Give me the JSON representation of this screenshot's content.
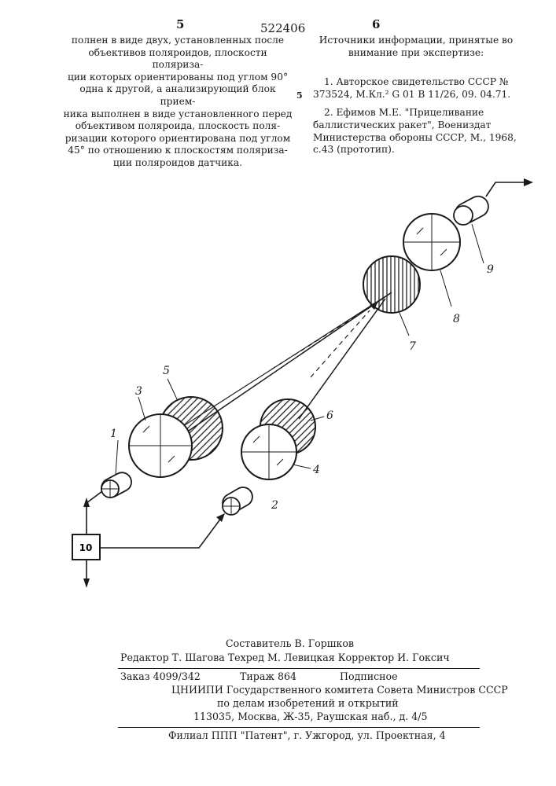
{
  "page_numbers": {
    "left": "5",
    "center": "522406",
    "right": "6"
  },
  "left_column": [
    "полнен в виде двух, установленных после",
    "объективов поляроидов, плоскости поляриза-",
    "ции которых ориентированы под углом 90°",
    "одна к другой, а анализирующий блок прием-",
    "ника выполнен в виде установленного перед",
    "объективом поляроида, плоскость поля-",
    "ризации которого ориентирована под углом",
    "45° по отношению к плоскостям поляриза-",
    "ции поляроидов датчика."
  ],
  "line_marker": "5",
  "sources": {
    "heading": "Источники информации, принятые во внимание при экспертизе:",
    "items": [
      "1. Авторское свидетельство СССР № 373524, М.Кл.² G 01 В 11/26, 09. 04.71.",
      "2. Ефимов М.Е. \"Прицеливание баллистических ракет\", Воениздат Министерства обороны СССР, М., 1968, с.43 (прототип)."
    ]
  },
  "figure_labels": {
    "l1": "1",
    "l2": "2",
    "l3": "3",
    "l4": "4",
    "l5": "5",
    "l6": "6",
    "l7": "7",
    "l8": "8",
    "l9": "9",
    "l10": "10"
  },
  "imprint": {
    "compiler": "Составитель В. Горшков",
    "editors": "Редактор Т. Шагова Техред М. Левицкая  Корректор И. Гоксич",
    "order": "Заказ 4099/342",
    "circulation": "Тираж 864",
    "subscription": "Подписное",
    "institute": "ЦНИИПИ Государственного комитета Совета Министров СССР",
    "department": "по делам изобретений и открытий",
    "address": "113035, Москва, Ж-35, Раушская наб., д. 4/5",
    "branch": "Филиал ППП \"Патент\", г. Ужгород, ул. Проектная, 4"
  }
}
